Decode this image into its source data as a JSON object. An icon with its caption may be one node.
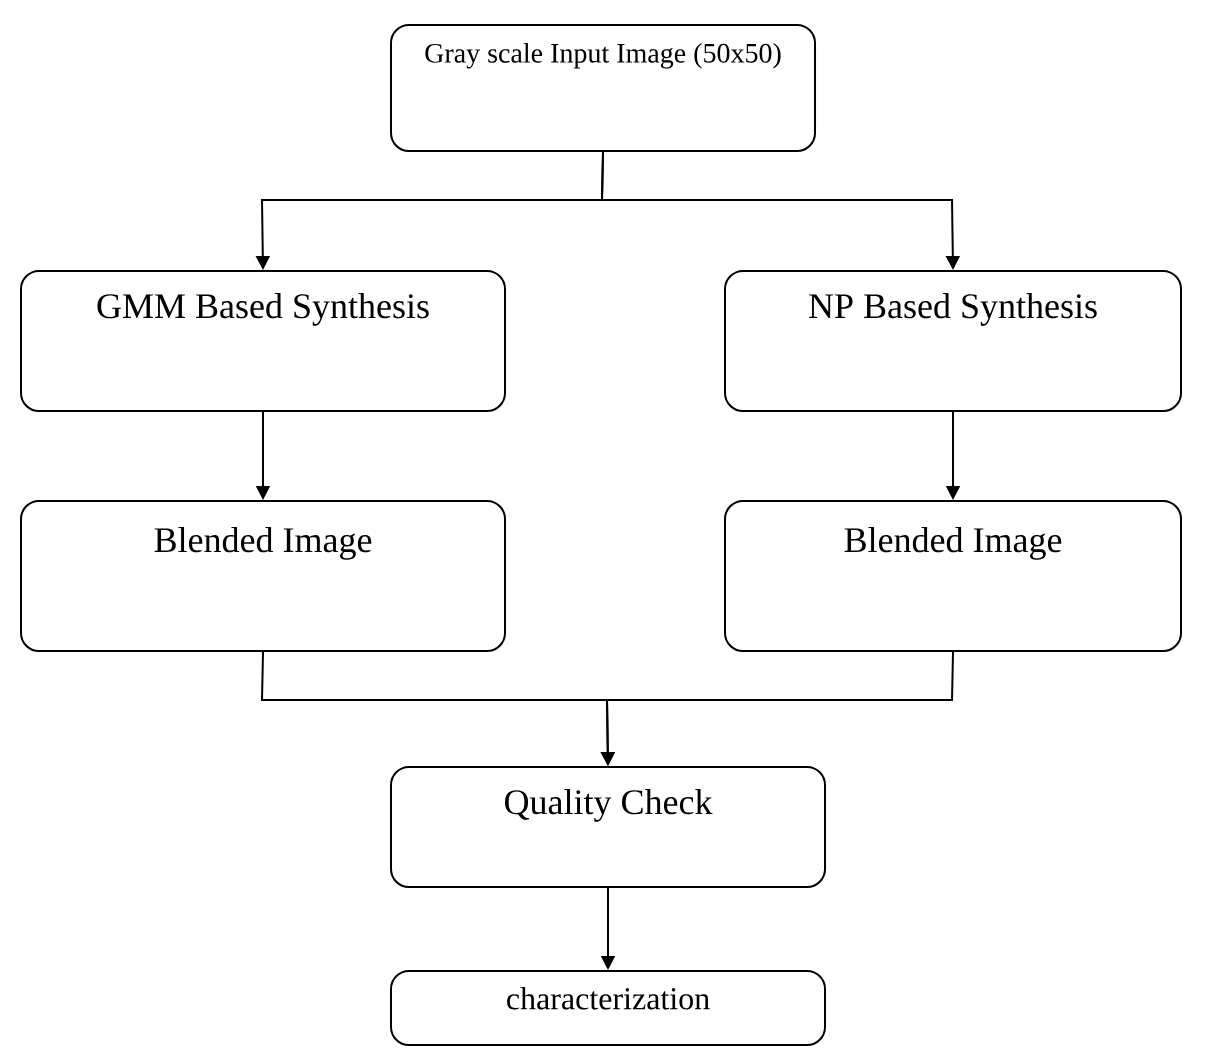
{
  "diagram": {
    "nodes": [
      {
        "text": [
          "Gray scale Input Image (50x50)"
        ]
      },
      {
        "text": [
          "GMM Based Synthesis"
        ]
      },
      {
        "text": [
          "NP Based Synthesis"
        ]
      },
      {
        "text": [
          "Blended Image"
        ]
      },
      {
        "text": [
          "Blended Image"
        ]
      },
      {
        "text": [
          "Quality Check"
        ]
      },
      {
        "text": [
          "characterization"
        ]
      }
    ],
    "edges": [
      {
        "from": 0,
        "to": 1,
        "arrow": "to"
      },
      {
        "from": 0,
        "to": 2,
        "arrow": "to"
      },
      {
        "from": 1,
        "to": 3,
        "arrow": "to"
      },
      {
        "from": 2,
        "to": 4,
        "arrow": "to"
      },
      {
        "from": 3,
        "to": 5,
        "arrow": "to"
      },
      {
        "from": 4,
        "to": 5,
        "arrow": "to"
      },
      {
        "from": 5,
        "to": 6,
        "arrow": "to"
      }
    ]
  }
}
